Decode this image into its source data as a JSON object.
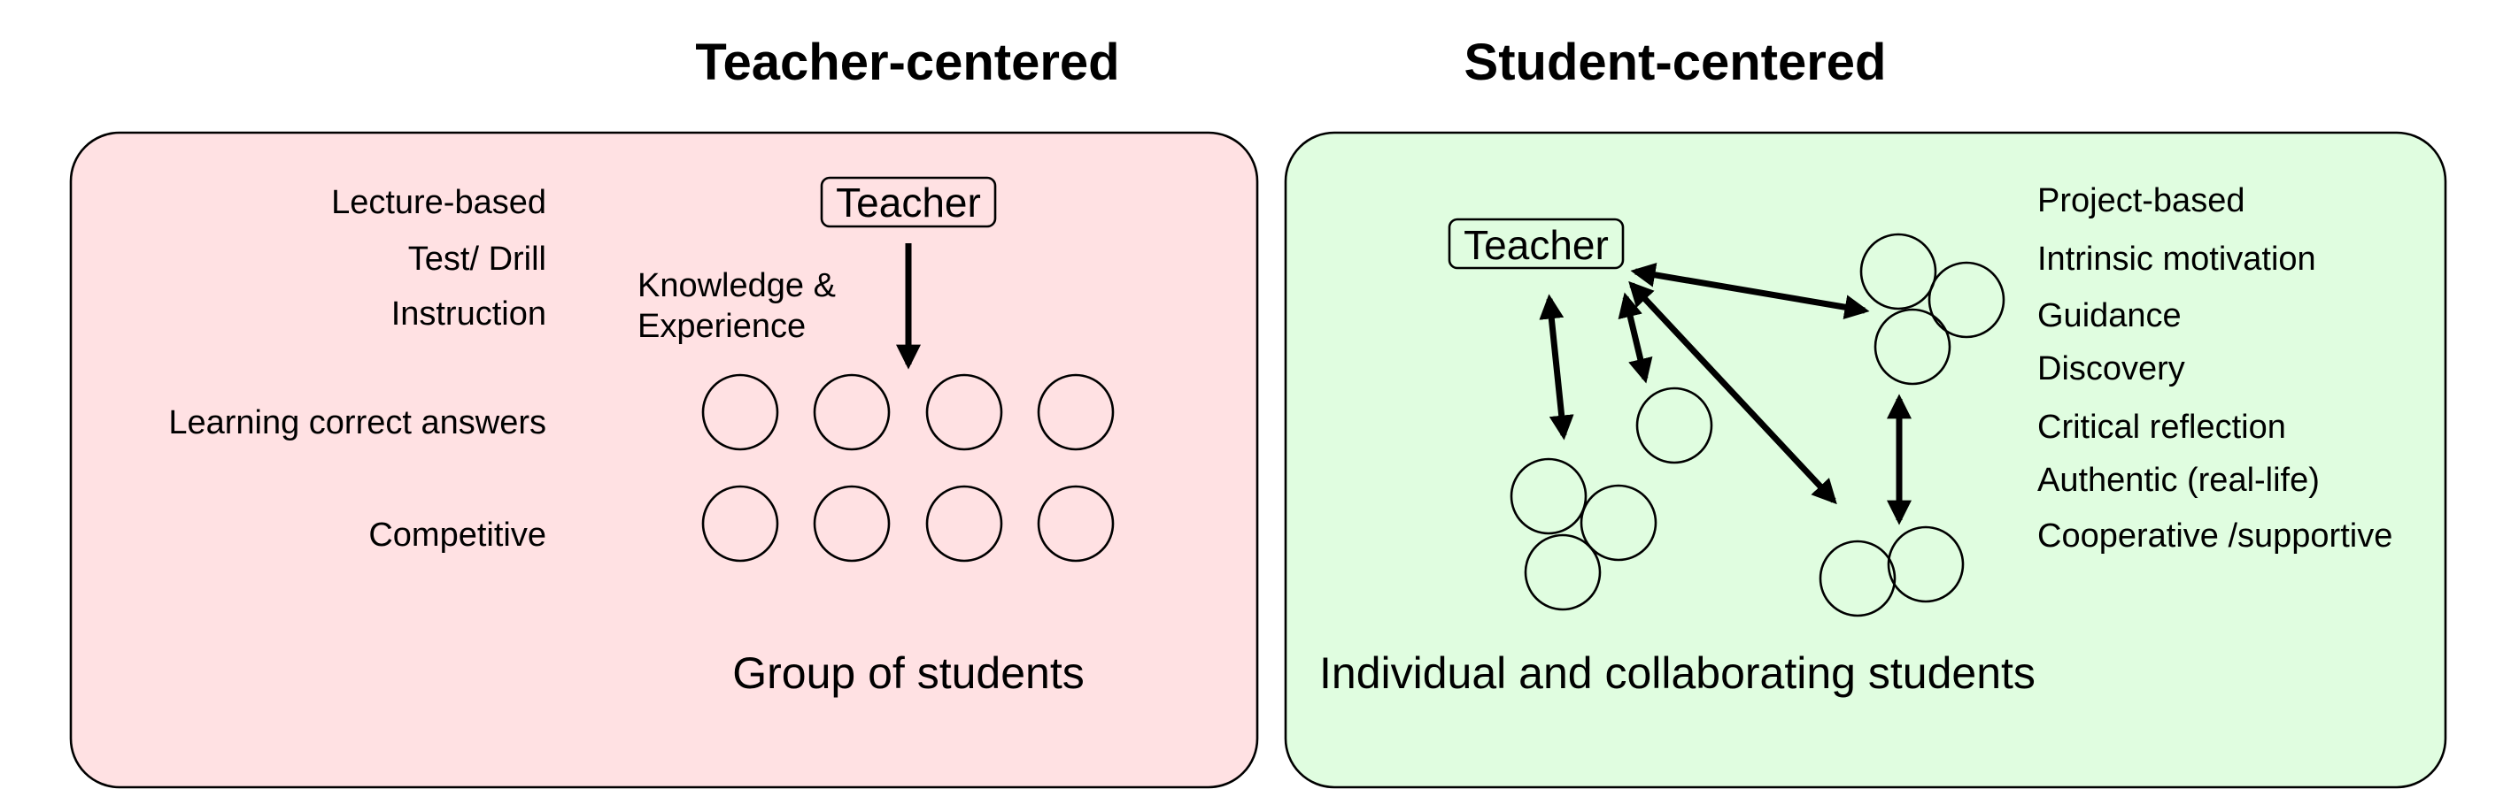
{
  "left": {
    "title": "Teacher-centered",
    "panel_color": "#ffe1e3",
    "teacher_label": "Teacher",
    "flow_label_line1": "Knowledge &",
    "flow_label_line2": "Experience",
    "traits": [
      "Lecture-based",
      "Test/ Drill",
      "Instruction",
      "Learning correct answers",
      "Competitive"
    ],
    "caption": "Group of students"
  },
  "right": {
    "title": "Student-centered",
    "panel_color": "#e0fde0",
    "teacher_label": "Teacher",
    "traits": [
      "Project-based",
      "Intrinsic motivation",
      "Guidance",
      "Discovery",
      "Critical reflection",
      "Authentic (real-life)",
      "Cooperative /supportive"
    ],
    "caption": "Individual and collaborating students"
  }
}
